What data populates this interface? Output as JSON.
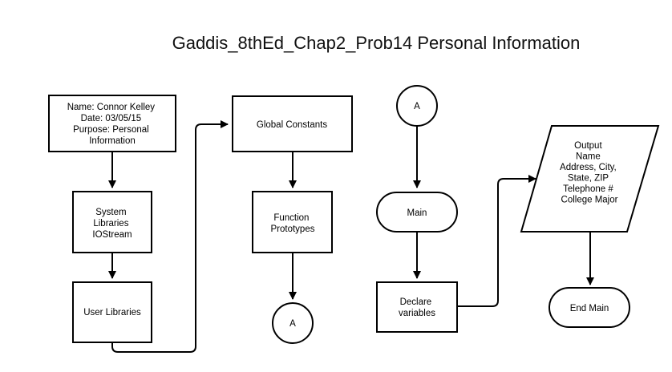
{
  "title": "Gaddis_8thEd_Chap2_Prob14 Personal Information",
  "nodes": {
    "header": {
      "lines": [
        "Name: Connor Kelley",
        "Date: 03/05/15",
        "Purpose: Personal",
        "Information"
      ]
    },
    "system_libraries": {
      "lines": [
        "System",
        "Libraries",
        "IOStream"
      ]
    },
    "user_libraries": {
      "lines": [
        "User Libraries"
      ]
    },
    "global_constants": {
      "lines": [
        "Global Constants"
      ]
    },
    "function_prototypes": {
      "lines": [
        "Function",
        "Prototypes"
      ]
    },
    "connector_out": {
      "lines": [
        "A"
      ]
    },
    "connector_in": {
      "lines": [
        "A"
      ]
    },
    "main": {
      "lines": [
        "Main"
      ]
    },
    "declare_variables": {
      "lines": [
        "Declare",
        "variables"
      ]
    },
    "output": {
      "lines": [
        "Output",
        "Name",
        "Address, City,",
        "State, ZIP",
        "Telephone #",
        "College Major"
      ]
    },
    "end_main": {
      "lines": [
        "End Main"
      ]
    }
  },
  "colors": {
    "stroke": "#000000",
    "fill": "#ffffff",
    "text": "#000000"
  }
}
